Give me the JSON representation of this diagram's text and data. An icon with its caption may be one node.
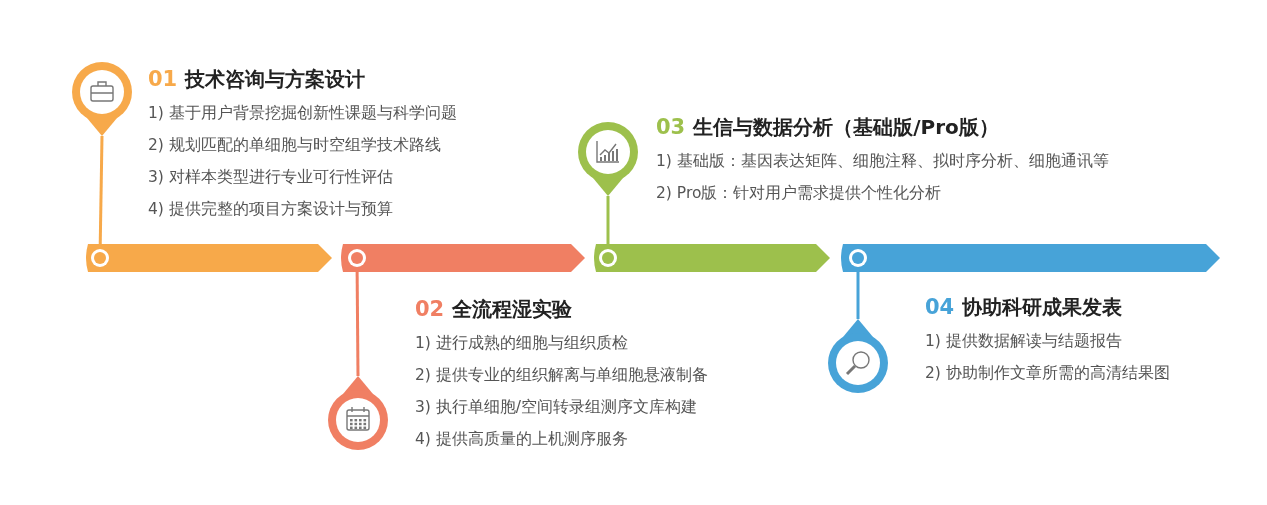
{
  "diagram": {
    "nodes": [
      {
        "text": [
          "01",
          "技术咨询与方案设计",
          "1) 基于用户背景挖掘创新性课题与科学问题",
          "2) 规划匹配的单细胞与时空组学技术路线",
          "3) 对样本类型进行专业可行性评估",
          "4) 提供完整的项目方案设计与预算"
        ]
      },
      {
        "text": [
          "02",
          "全流程湿实验",
          "1) 进行成熟的细胞与组织质检",
          "2) 提供专业的组织解离与单细胞悬液制备",
          "3) 执行单细胞/空间转录组测序文库构建",
          "4) 提供高质量的上机测序服务"
        ]
      },
      {
        "text": [
          "03",
          "生信与数据分析（基础版/Pro版）",
          "1) 基础版：基因表达矩阵、细胞注释、拟时序分析、细胞通讯等",
          "2) Pro版：针对用户需求提供个性化分析"
        ]
      },
      {
        "text": [
          "04",
          "协助科研成果发表",
          "1) 提供数据解读与结题报告",
          "2) 协助制作文章所需的高清结果图"
        ]
      }
    ]
  }
}
